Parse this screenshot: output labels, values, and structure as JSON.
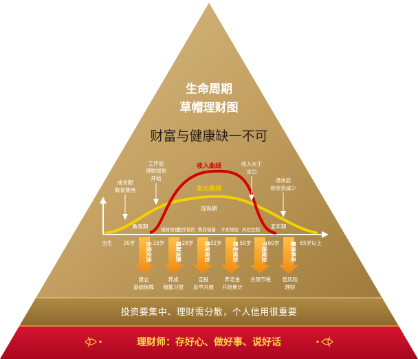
{
  "header": {
    "title_line1": "生命周期",
    "title_line2": "草帽理财图",
    "subtitle": "财富与健康缺一不可"
  },
  "curves": {
    "income_label": "收入曲线",
    "expense_label": "支出曲线",
    "mature_label": "成熟期",
    "education_label": "教育期",
    "old_age_label": "老年期"
  },
  "callouts": [
    {
      "lines": [
        "成长期",
        "教育费用"
      ]
    },
    {
      "lines": [
        "工作后",
        "理财规划",
        "开始"
      ]
    },
    {
      "lines": [
        "收入大于",
        "支出"
      ]
    },
    {
      "lines": [
        "退休后",
        "现金流减少"
      ]
    }
  ],
  "stage_labels": [
    "理财规划",
    "医疗保险",
    "购房储备",
    "子女规划",
    "风险控制"
  ],
  "ages": [
    "出生",
    "20岁",
    "25岁",
    "28岁",
    "32岁",
    "50岁",
    "60岁",
    "65岁以上"
  ],
  "arrows": [
    {
      "label": "自我交流",
      "result": [
        "建立",
        "基础保障"
      ]
    },
    {
      "label": "理财消费",
      "result": [
        "养成",
        "储蓄习惯"
      ]
    },
    {
      "label": "教育规划",
      "result": [
        "定投",
        "及早开展"
      ]
    },
    {
      "label": "养老规划",
      "result": [
        "养老金",
        "开始累计"
      ]
    },
    {
      "label": "节税规划",
      "result": [
        "合理节税"
      ]
    },
    {
      "label": "赢得养老",
      "result": [
        "低风险",
        "理财"
      ]
    }
  ],
  "footer": {
    "motto": "投资要集中、理财需分散，个人信用很重要",
    "banner": "理财师：存好心、做好事、说好话"
  },
  "colors": {
    "gold_light": "#c9a868",
    "gold_dark": "#9a7434",
    "income_curve": "#d40000",
    "expense_curve": "#f5d000",
    "arrow": "#f39a1e",
    "banner_red": "#c8102e",
    "banner_text": "#ffd34e"
  }
}
